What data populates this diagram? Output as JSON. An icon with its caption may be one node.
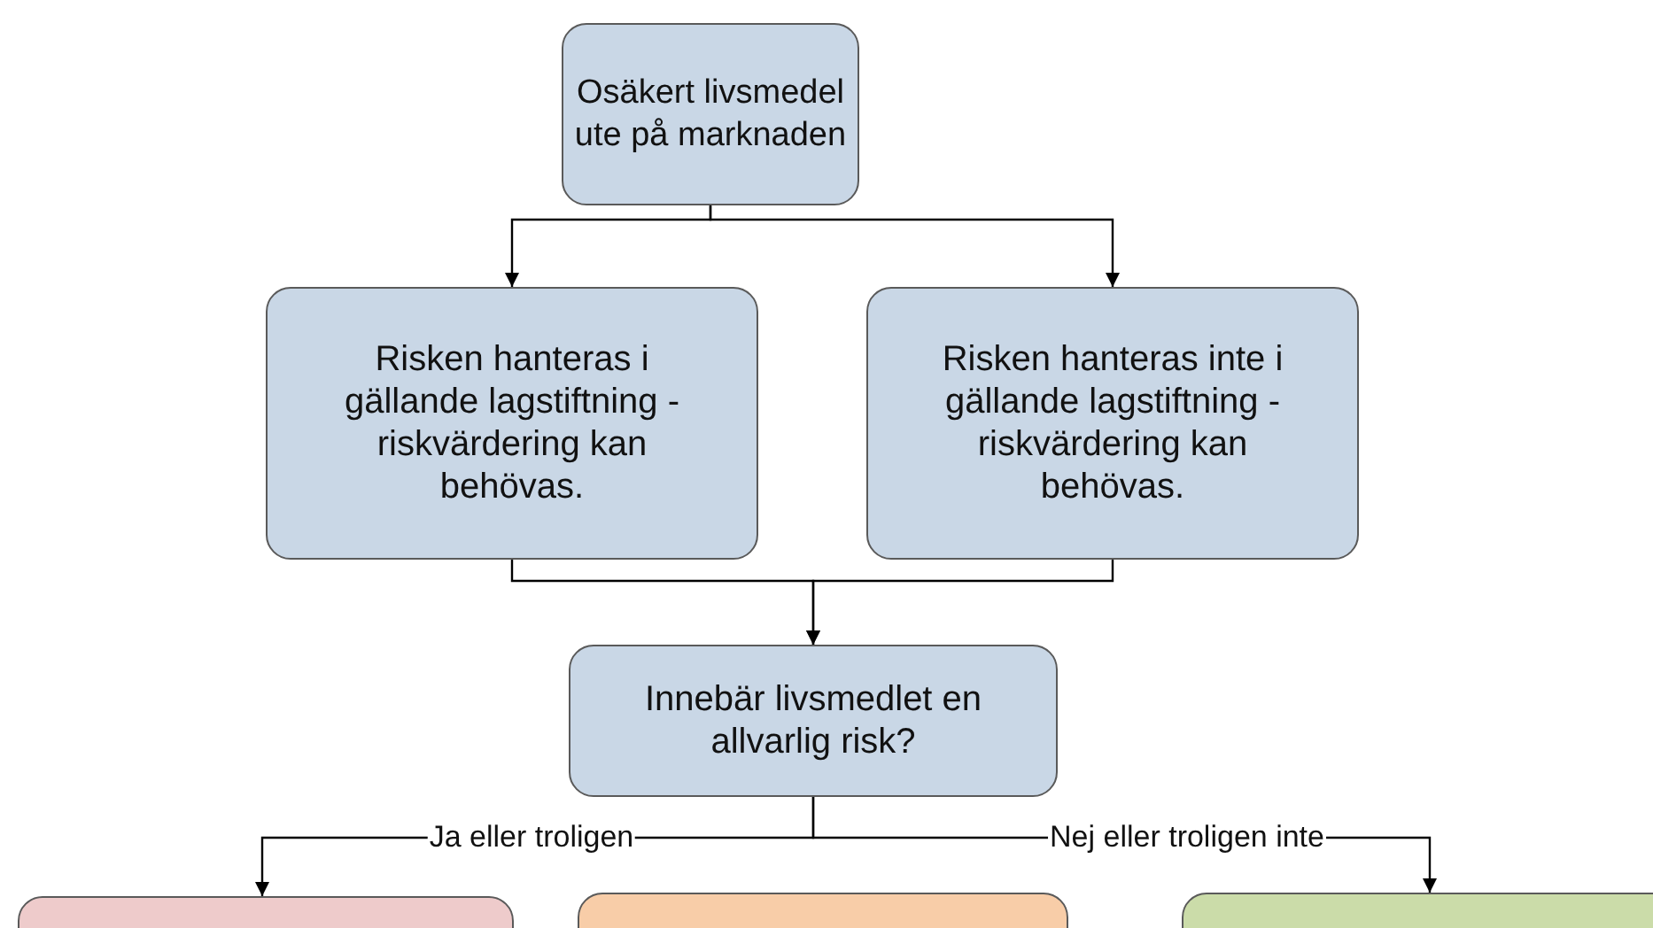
{
  "diagram": {
    "nodes": [
      {
        "text": [
          "Osäkert livsmedel ute på marknaden"
        ]
      },
      {
        "text": [
          "Risken hanteras i gällande lagstiftning - riskvärdering kan behövas."
        ]
      },
      {
        "text": [
          "Risken hanteras inte i gällande lagstiftning - riskvärdering kan behövas."
        ]
      },
      {
        "text": [
          "Innebär livsmedlet en allvarlig risk?"
        ]
      },
      {
        "text": [],
        "shape": "box"
      },
      {
        "text": [],
        "shape": "box"
      },
      {
        "text": [],
        "shape": "box"
      }
    ],
    "edges": [
      {
        "from": 0,
        "to": 1,
        "arrow": "to"
      },
      {
        "from": 0,
        "to": 2,
        "arrow": "to"
      },
      {
        "from": 1,
        "to": 3,
        "arrow": "to"
      },
      {
        "from": 2,
        "to": 3,
        "arrow": "to"
      },
      {
        "from": 3,
        "to": 4,
        "arrow": "to",
        "label": "Ja eller troligen"
      },
      {
        "from": 3,
        "to": 6,
        "arrow": "to",
        "label": "Nej eller troligen inte"
      }
    ]
  }
}
